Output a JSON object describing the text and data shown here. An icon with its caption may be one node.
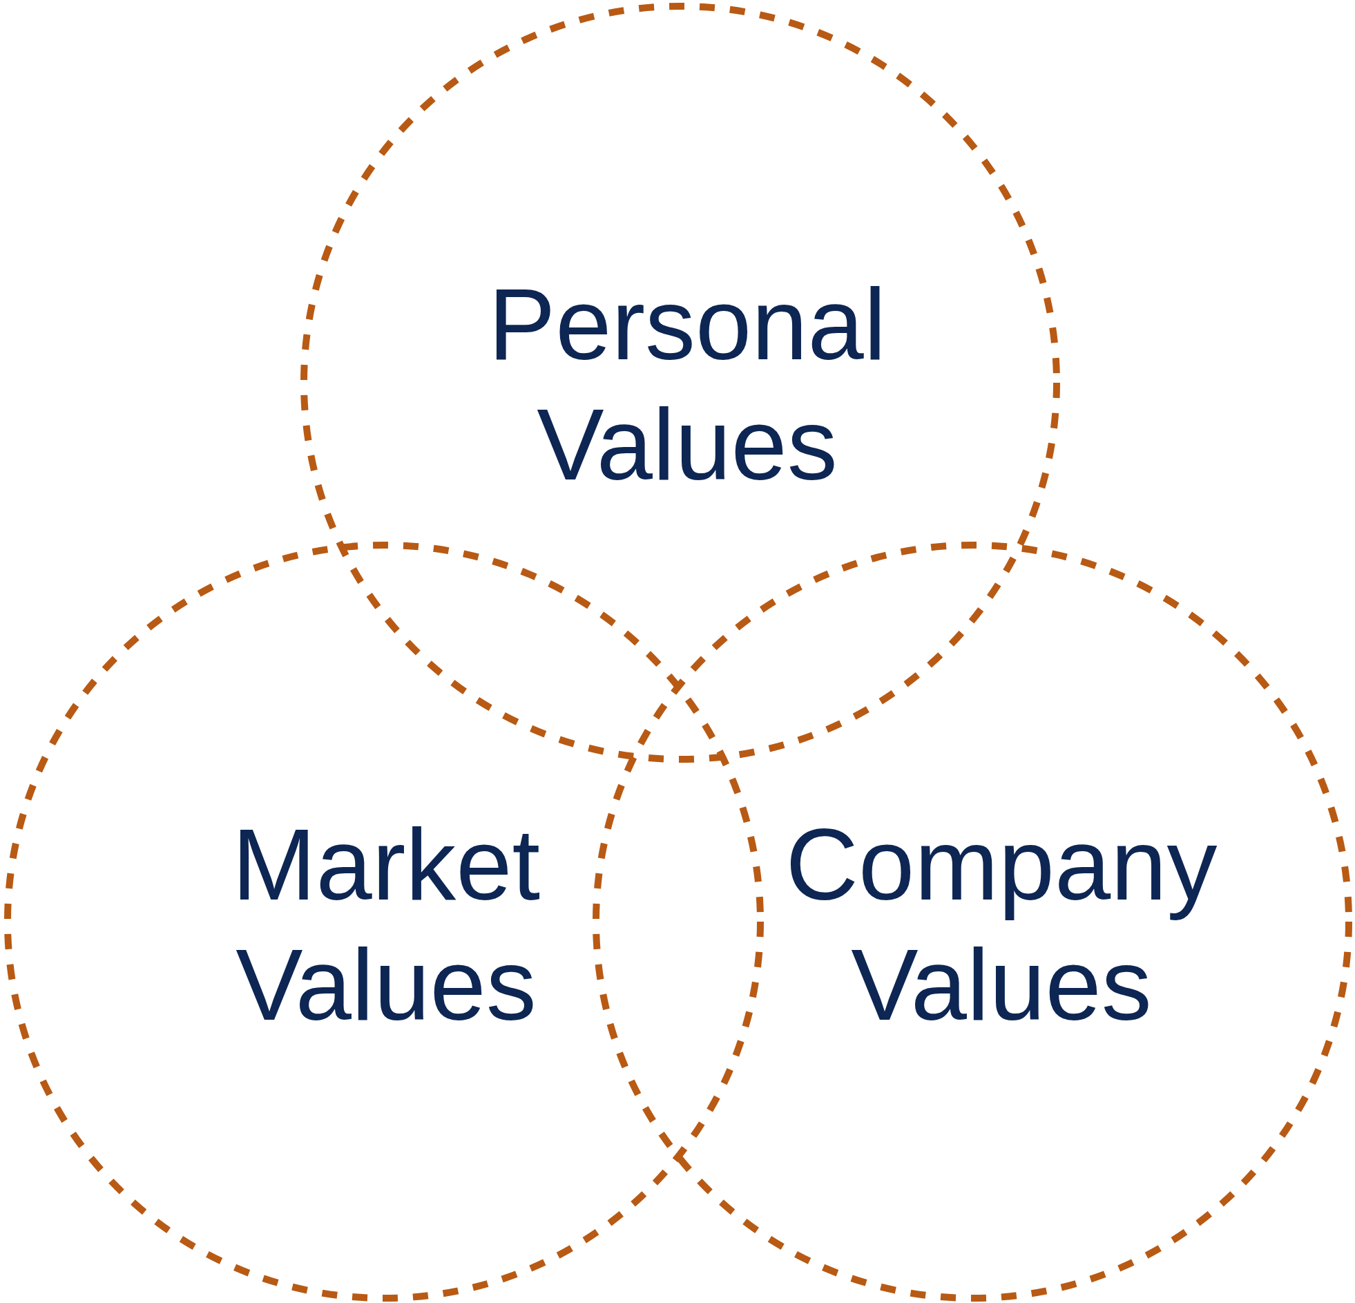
{
  "diagram": {
    "nodes": [
      {
        "text": [
          "Personal Values"
        ]
      },
      {
        "text": [
          "Market Values"
        ]
      },
      {
        "text": [
          "Company Values"
        ]
      }
    ]
  }
}
